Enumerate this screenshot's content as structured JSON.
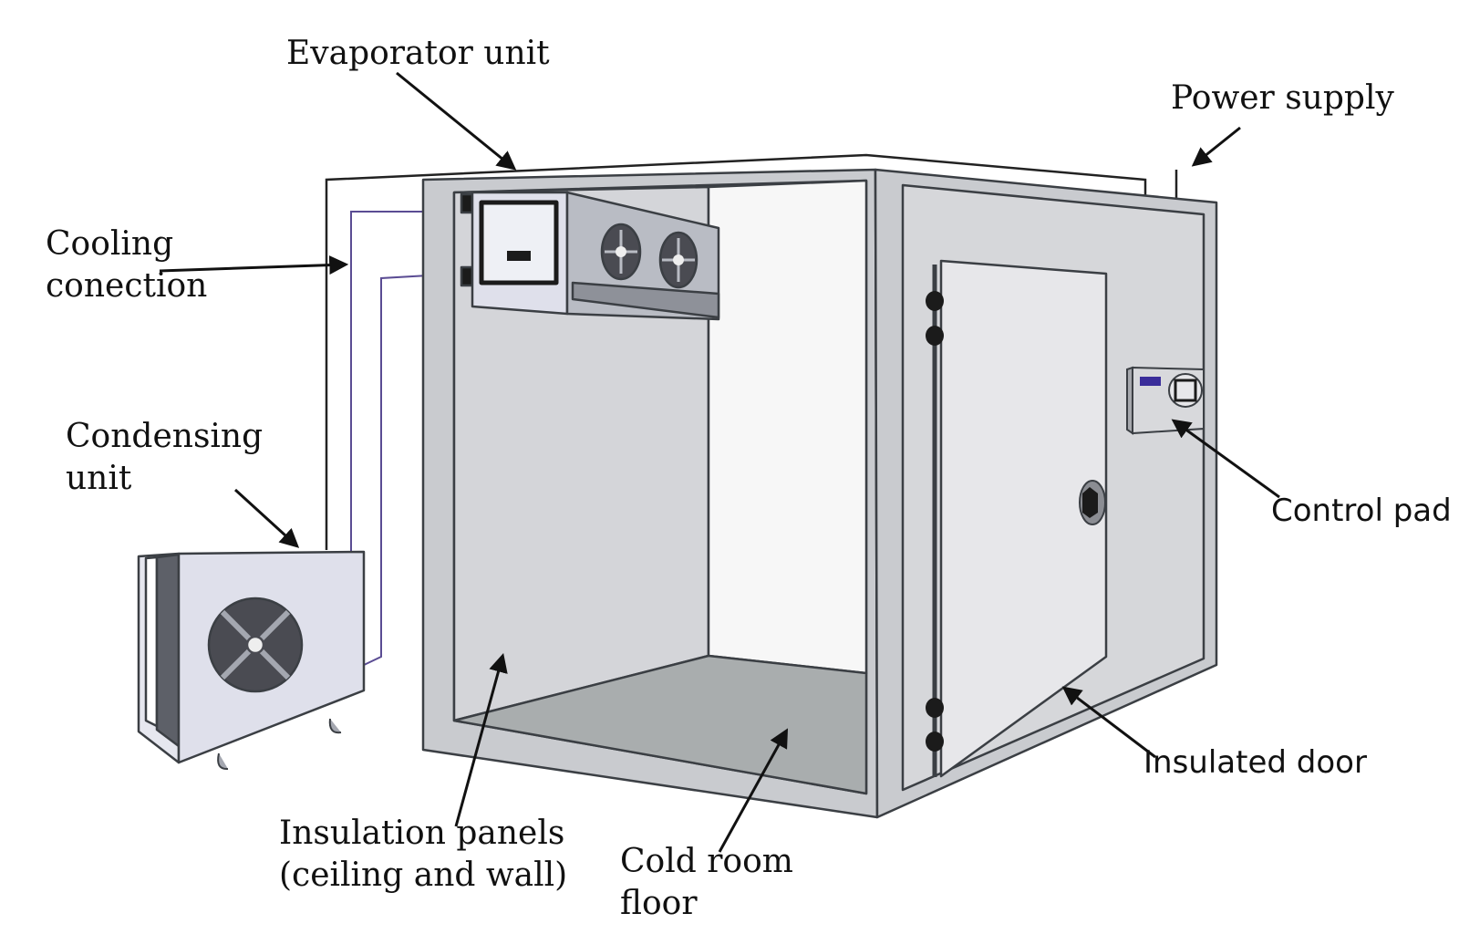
{
  "labels": {
    "evaporator": "Evaporator unit",
    "power_supply": "Power supply",
    "cooling_line1": "Cooling",
    "cooling_line2": "conection",
    "condensing_line1": "Condensing",
    "condensing_line2": "unit",
    "control_pad": "Control pad",
    "insulated_door": "Insulated door",
    "panels_line1": "Insulation panels",
    "panels_line2": "(ceiling and wall)",
    "floor_line1": "Cold room",
    "floor_line2": "floor"
  },
  "colors": {
    "outline": "#3b3f44",
    "panel": "#c9cbcf",
    "wall": "#d4d5d9",
    "floor": "#a9adae",
    "door": "#e7e7ea",
    "unit_body": "#dfe0eb",
    "fan": "#4a4b52",
    "pipe": "#5a4c93",
    "display": "#3a2d9a"
  },
  "icons": {
    "condenser_fan": "fan-icon",
    "evaporator_fans": "fan-icon",
    "control_display": "display-icon"
  }
}
